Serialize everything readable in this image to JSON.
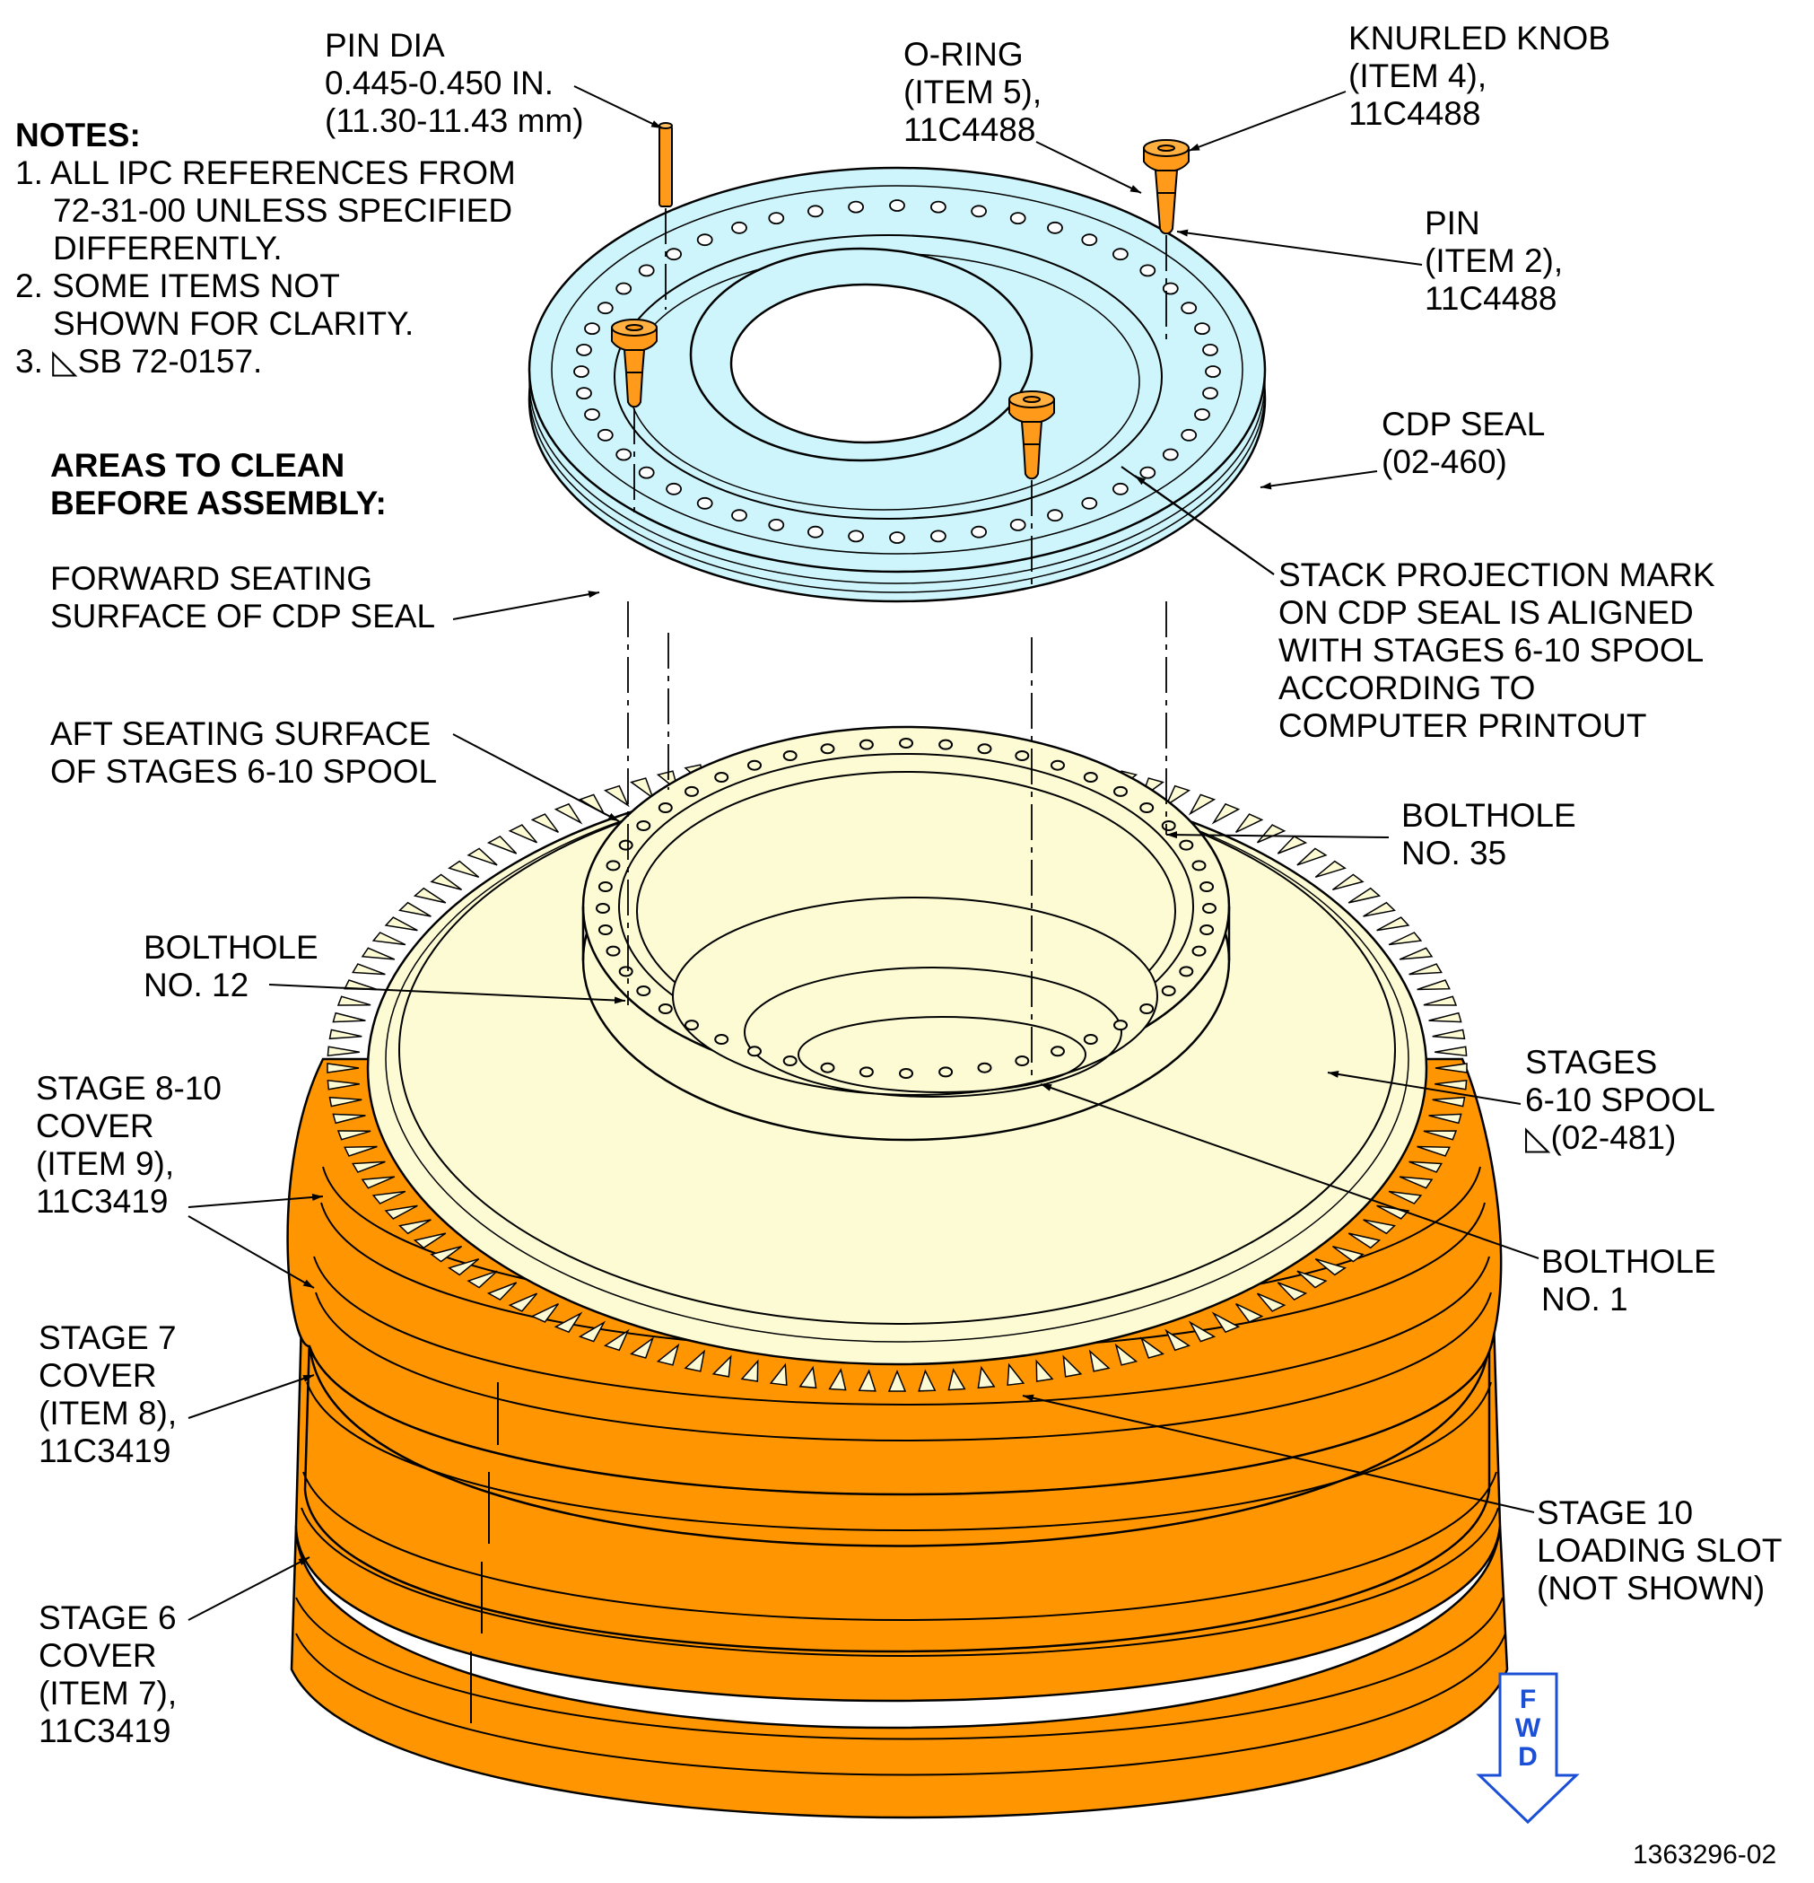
{
  "notes": {
    "heading": "NOTES:",
    "n1": [
      "1. ALL IPC REFERENCES FROM",
      "72-31-00 UNLESS SPECIFIED",
      "DIFFERENTLY."
    ],
    "n2": [
      "2. SOME ITEMS NOT",
      "SHOWN FOR CLARITY."
    ],
    "n3": "3. ◺SB 72-0157."
  },
  "areas": {
    "heading": [
      "AREAS TO CLEAN",
      "BEFORE ASSEMBLY:"
    ],
    "forward": [
      "FORWARD SEATING",
      "SURFACE OF CDP SEAL"
    ],
    "aft": [
      "AFT SEATING SURFACE",
      "OF STAGES 6-10 SPOOL"
    ]
  },
  "callouts": {
    "pin_dia": [
      "PIN DIA",
      "0.445-0.450 IN.",
      "(11.30-11.43 mm)"
    ],
    "o_ring": [
      "O-RING",
      "(ITEM 5),",
      "11C4488"
    ],
    "knurled_knob": [
      "KNURLED KNOB",
      "(ITEM 4),",
      "11C4488"
    ],
    "pin": [
      "PIN",
      "(ITEM 2),",
      "11C4488"
    ],
    "cdp_seal": [
      "CDP SEAL",
      "(02-460)"
    ],
    "stack_mark": [
      "STACK PROJECTION MARK",
      "ON CDP SEAL IS ALIGNED",
      "WITH STAGES 6-10 SPOOL",
      "ACCORDING TO",
      "COMPUTER PRINTOUT"
    ],
    "bolthole_35": [
      "BOLTHOLE",
      "NO. 35"
    ],
    "bolthole_12": [
      "BOLTHOLE",
      "NO. 12"
    ],
    "bolthole_1": [
      "BOLTHOLE",
      "NO. 1"
    ],
    "stages_spool": [
      "STAGES",
      "6-10 SPOOL",
      "◺(02-481)"
    ],
    "stage_8_10_cover": [
      "STAGE 8-10",
      "COVER",
      "(ITEM 9),",
      "11C3419"
    ],
    "stage_7_cover": [
      "STAGE 7",
      "COVER",
      "(ITEM 8),",
      "11C3419"
    ],
    "stage_6_cover": [
      "STAGE 6",
      "COVER",
      "(ITEM 7),",
      "11C3419"
    ],
    "loading_slot": [
      "STAGE 10",
      "LOADING SLOT",
      "(NOT SHOWN)"
    ]
  },
  "fwd_letters": [
    "F",
    "W",
    "D"
  ],
  "figure_number": "1363296-02",
  "colors": {
    "cdp_seal": "#cdf5fb",
    "spool": "#fdfbd4",
    "covers": "#ff9500",
    "pins": "#ff9a1a",
    "fwd_arrow": "#1a4fd6"
  }
}
